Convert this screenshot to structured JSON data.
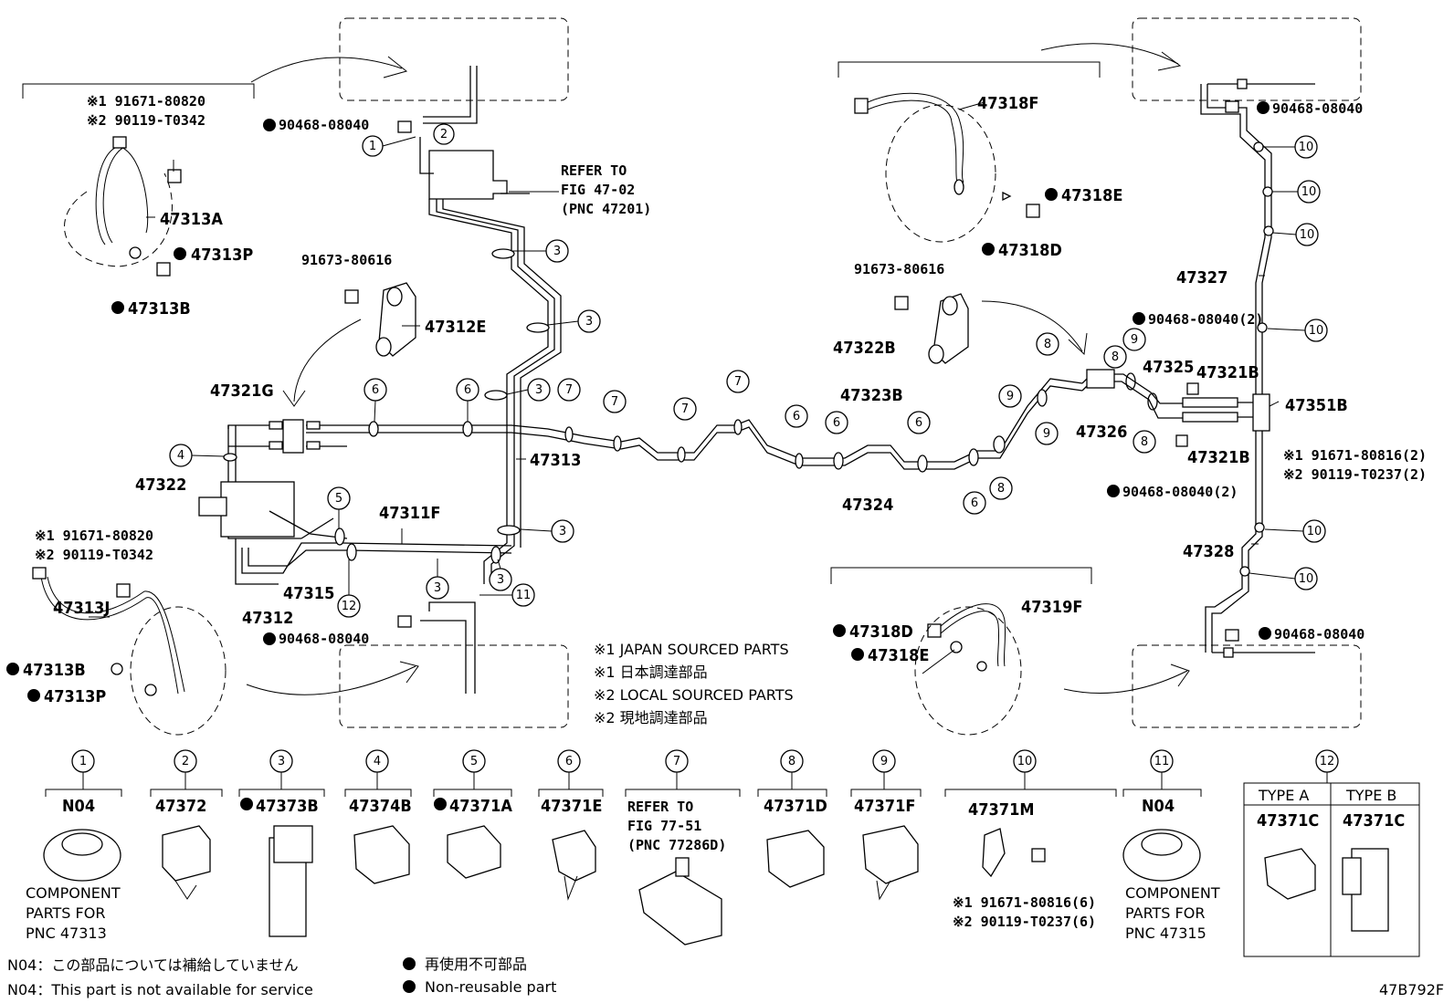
{
  "diagram_id": "47B792F",
  "labels": {
    "p47313A": "47313A",
    "p47313P_top": "47313P",
    "p47313B_top": "47313B",
    "p47312E": "47312E",
    "p47321G": "47321G",
    "p47322": "47322",
    "p47313": "47313",
    "p47311F": "47311F",
    "p47315": "47315",
    "p47312": "47312",
    "p47313J": "47313J",
    "p47313B_bot": "47313B",
    "p47313P_bot": "47313P",
    "p47318F": "47318F",
    "p47318E_top": "47318E",
    "p47318D_top": "47318D",
    "p47322B": "47322B",
    "p47323B": "47323B",
    "p47324": "47324",
    "p47326": "47326",
    "p47325": "47325",
    "p47321B_top": "47321B",
    "p47321B_bot": "47321B",
    "p47351B": "47351B",
    "p47327": "47327",
    "p47328": "47328",
    "p47319F": "47319F",
    "p47318D_bot": "47318D",
    "p47318E_bot": "47318E"
  },
  "part_numbers": {
    "bolt_top_1": "※1 91671-80820",
    "bolt_top_2": "※2 90119-T0342",
    "bolt_bot_1": "※1 91671-80820",
    "bolt_bot_2": "※2 90119-T0342",
    "clip_left": "90468-08040",
    "clip_left_bot": "90468-08040",
    "bolt_91673_left": "91673-80616",
    "bolt_91673_right": "91673-80616",
    "clip_right_top": "90468-08040",
    "clip_right_2a": "90468-08040(2)",
    "clip_right_2b": "90468-08040(2)",
    "clip_right_bot": "90468-08040",
    "bolt_right_1": "※1 91671-80816(2)",
    "bolt_right_2": "※2 90119-T0237(2)"
  },
  "refer": {
    "line1": "REFER TO",
    "line2": "FIG 47-02",
    "line3": "(PNC 47201)"
  },
  "notes": {
    "n1": "※1 JAPAN SOURCED PARTS",
    "n2": "※1 日本調達部品",
    "n3": "※2 LOCAL SOURCED PARTS",
    "n4": "※2 現地調達部品"
  },
  "legend": {
    "non_reusable_jp": "再使用不可部品",
    "non_reusable_en": "Non-reusable part",
    "n04_jp": "N04：この部品については補給していません",
    "n04_en": "N04：This part is not available for service"
  },
  "callouts": [
    "1",
    "2",
    "3",
    "4",
    "5",
    "6",
    "7",
    "8",
    "9",
    "10",
    "11",
    "12"
  ],
  "components": [
    {
      "num": "1",
      "code": "N04",
      "desc1": "COMPONENT",
      "desc2": "PARTS FOR",
      "desc3": "PNC 47313"
    },
    {
      "num": "2",
      "code": "47372"
    },
    {
      "num": "3",
      "code": "47373B"
    },
    {
      "num": "4",
      "code": "47374B"
    },
    {
      "num": "5",
      "code": "47371A"
    },
    {
      "num": "6",
      "code": "47371E"
    },
    {
      "num": "7",
      "ref1": "REFER TO",
      "ref2": "FIG 77-51",
      "ref3": "(PNC 77286D)"
    },
    {
      "num": "8",
      "code": "47371D"
    },
    {
      "num": "9",
      "code": "47371F"
    },
    {
      "num": "10",
      "code": "47371M",
      "bolt1": "※1 91671-80816(6)",
      "bolt2": "※2 90119-T0237(6)"
    },
    {
      "num": "11",
      "code": "N04",
      "desc1": "COMPONENT",
      "desc2": "PARTS FOR",
      "desc3": "PNC 47315"
    },
    {
      "num": "12",
      "type_a": "TYPE A",
      "type_b": "TYPE B",
      "code_a": "47371C",
      "code_b": "47371C"
    }
  ]
}
